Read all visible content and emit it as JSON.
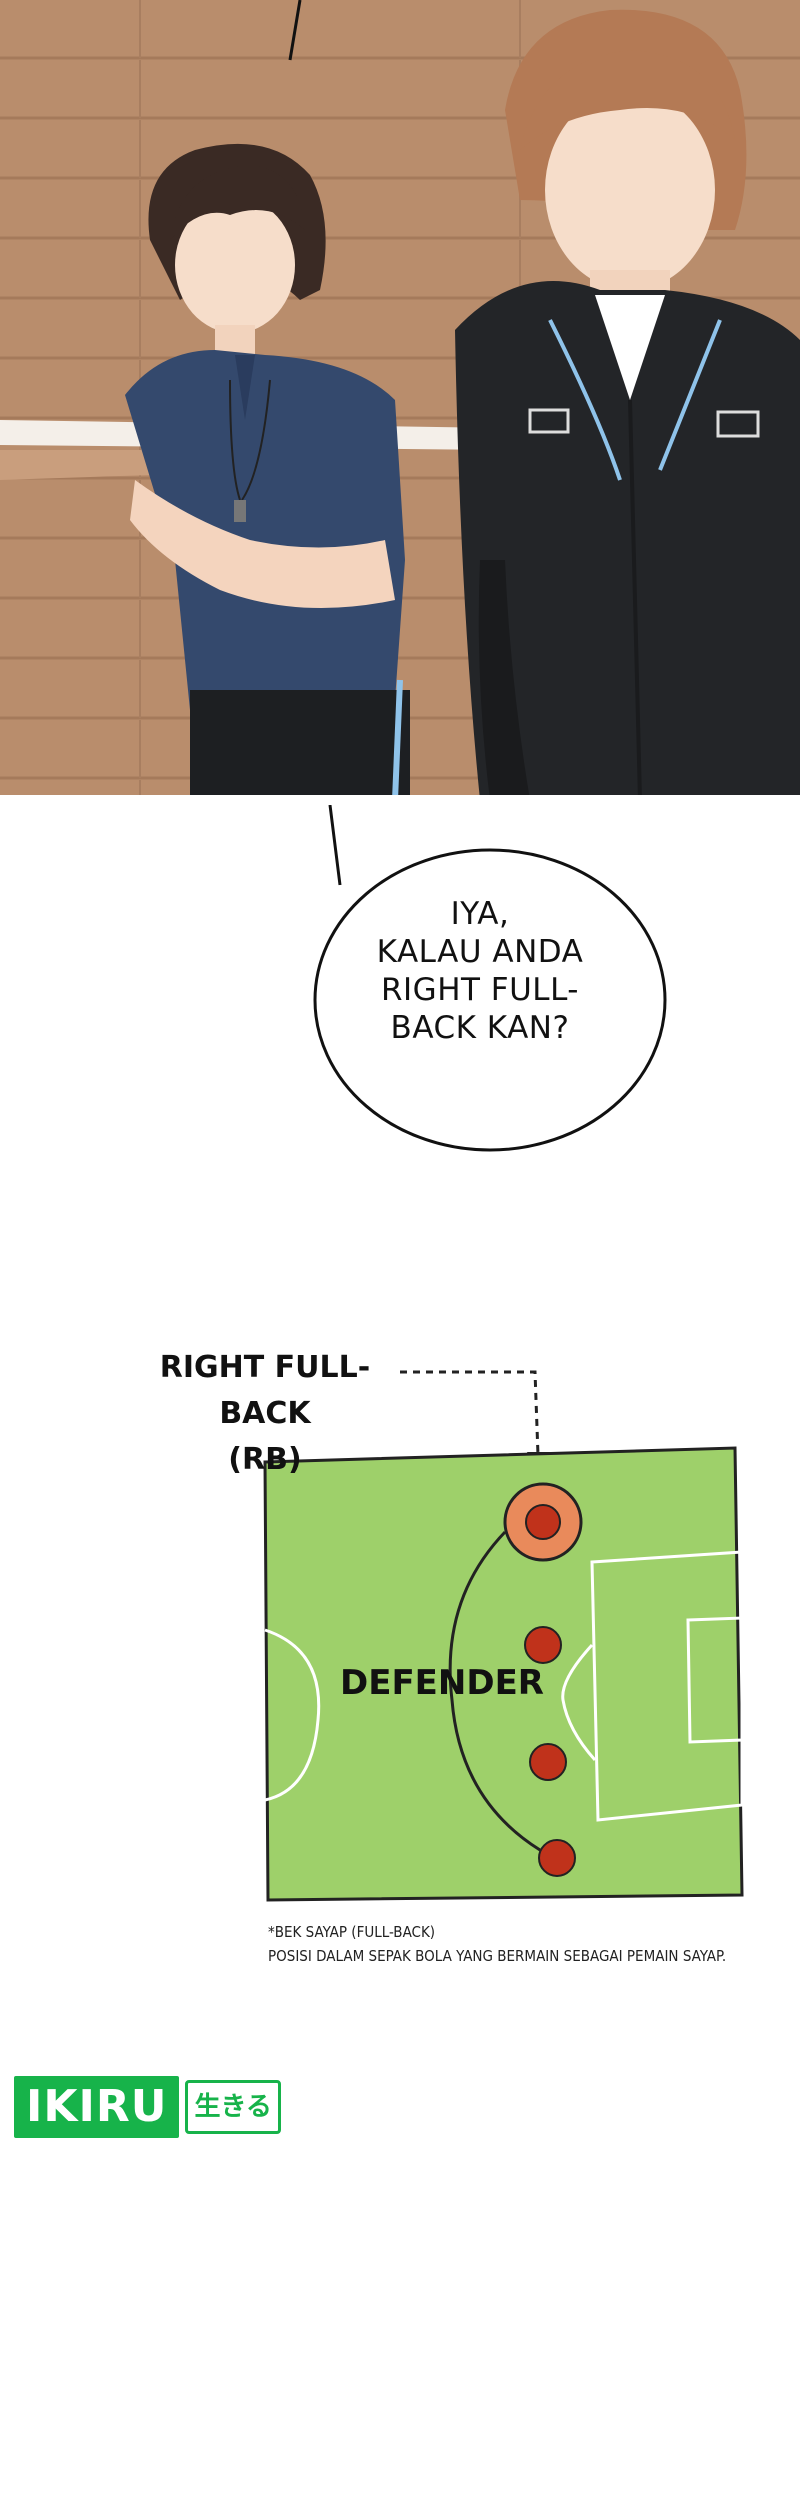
{
  "speech_bubble": {
    "lines": [
      "IYA,",
      "KALAU ANDA",
      "RIGHT FULL-",
      "BACK KAN?"
    ]
  },
  "diagram": {
    "position_label_line1": "RIGHT FULL-BACK",
    "position_label_line2": "(RB)",
    "group_label": "DEFENDER",
    "highlighted_color": "#e98a5b",
    "player_color": "#c0321b",
    "pitch_color": "#9ed06a"
  },
  "footnote": {
    "line1": "*BEK SAYAP (FULL-BACK)",
    "line2": "POSISI DALAM SEPAK BOLA YANG BERMAIN SEBAGAI PEMAIN SAYAP."
  },
  "logo": {
    "main": "IKIRU",
    "sub": "生きる",
    "color": "#17b34a"
  }
}
